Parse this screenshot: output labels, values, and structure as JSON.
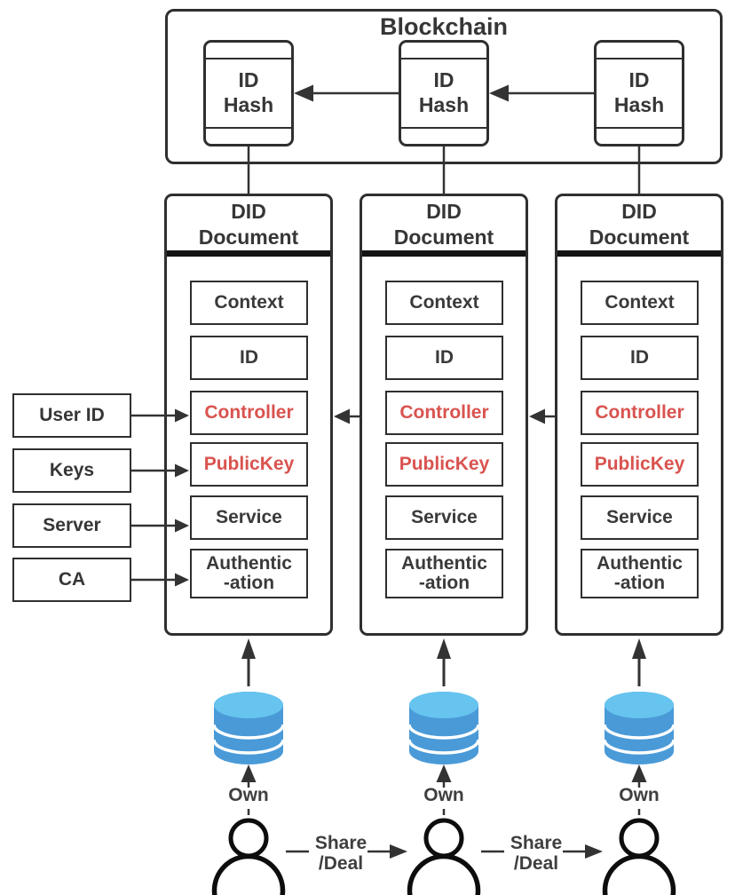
{
  "colors": {
    "accent_red": "#d9534f",
    "text_dark": "#3a3a3a",
    "line_dark": "#333333",
    "database_top": "#66c4ef",
    "database_body": "#4a9ad8"
  },
  "blockchain": {
    "title": "Blockchain",
    "block_label": "ID\nHash"
  },
  "did_document": {
    "title": "DID\nDocument",
    "fields": [
      {
        "label": "Context"
      },
      {
        "label": "ID"
      },
      {
        "label": "Controller"
      },
      {
        "label": "PublicKey"
      },
      {
        "label": "Service"
      },
      {
        "label": "Authentic\n-ation"
      }
    ]
  },
  "left_inputs": [
    {
      "label": "User ID"
    },
    {
      "label": "Keys"
    },
    {
      "label": "Server"
    },
    {
      "label": "CA"
    }
  ],
  "labels": {
    "own": "Own",
    "share": "Share\n/Deal"
  }
}
